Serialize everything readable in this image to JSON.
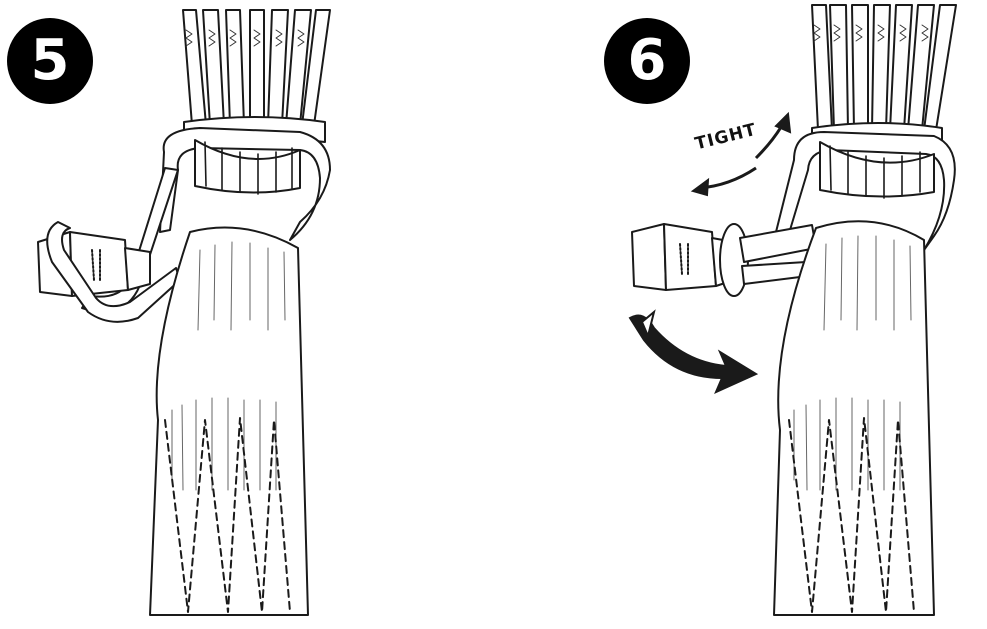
{
  "steps": [
    {
      "number": "5"
    },
    {
      "number": "6",
      "annotation": "TIGHT"
    }
  ]
}
